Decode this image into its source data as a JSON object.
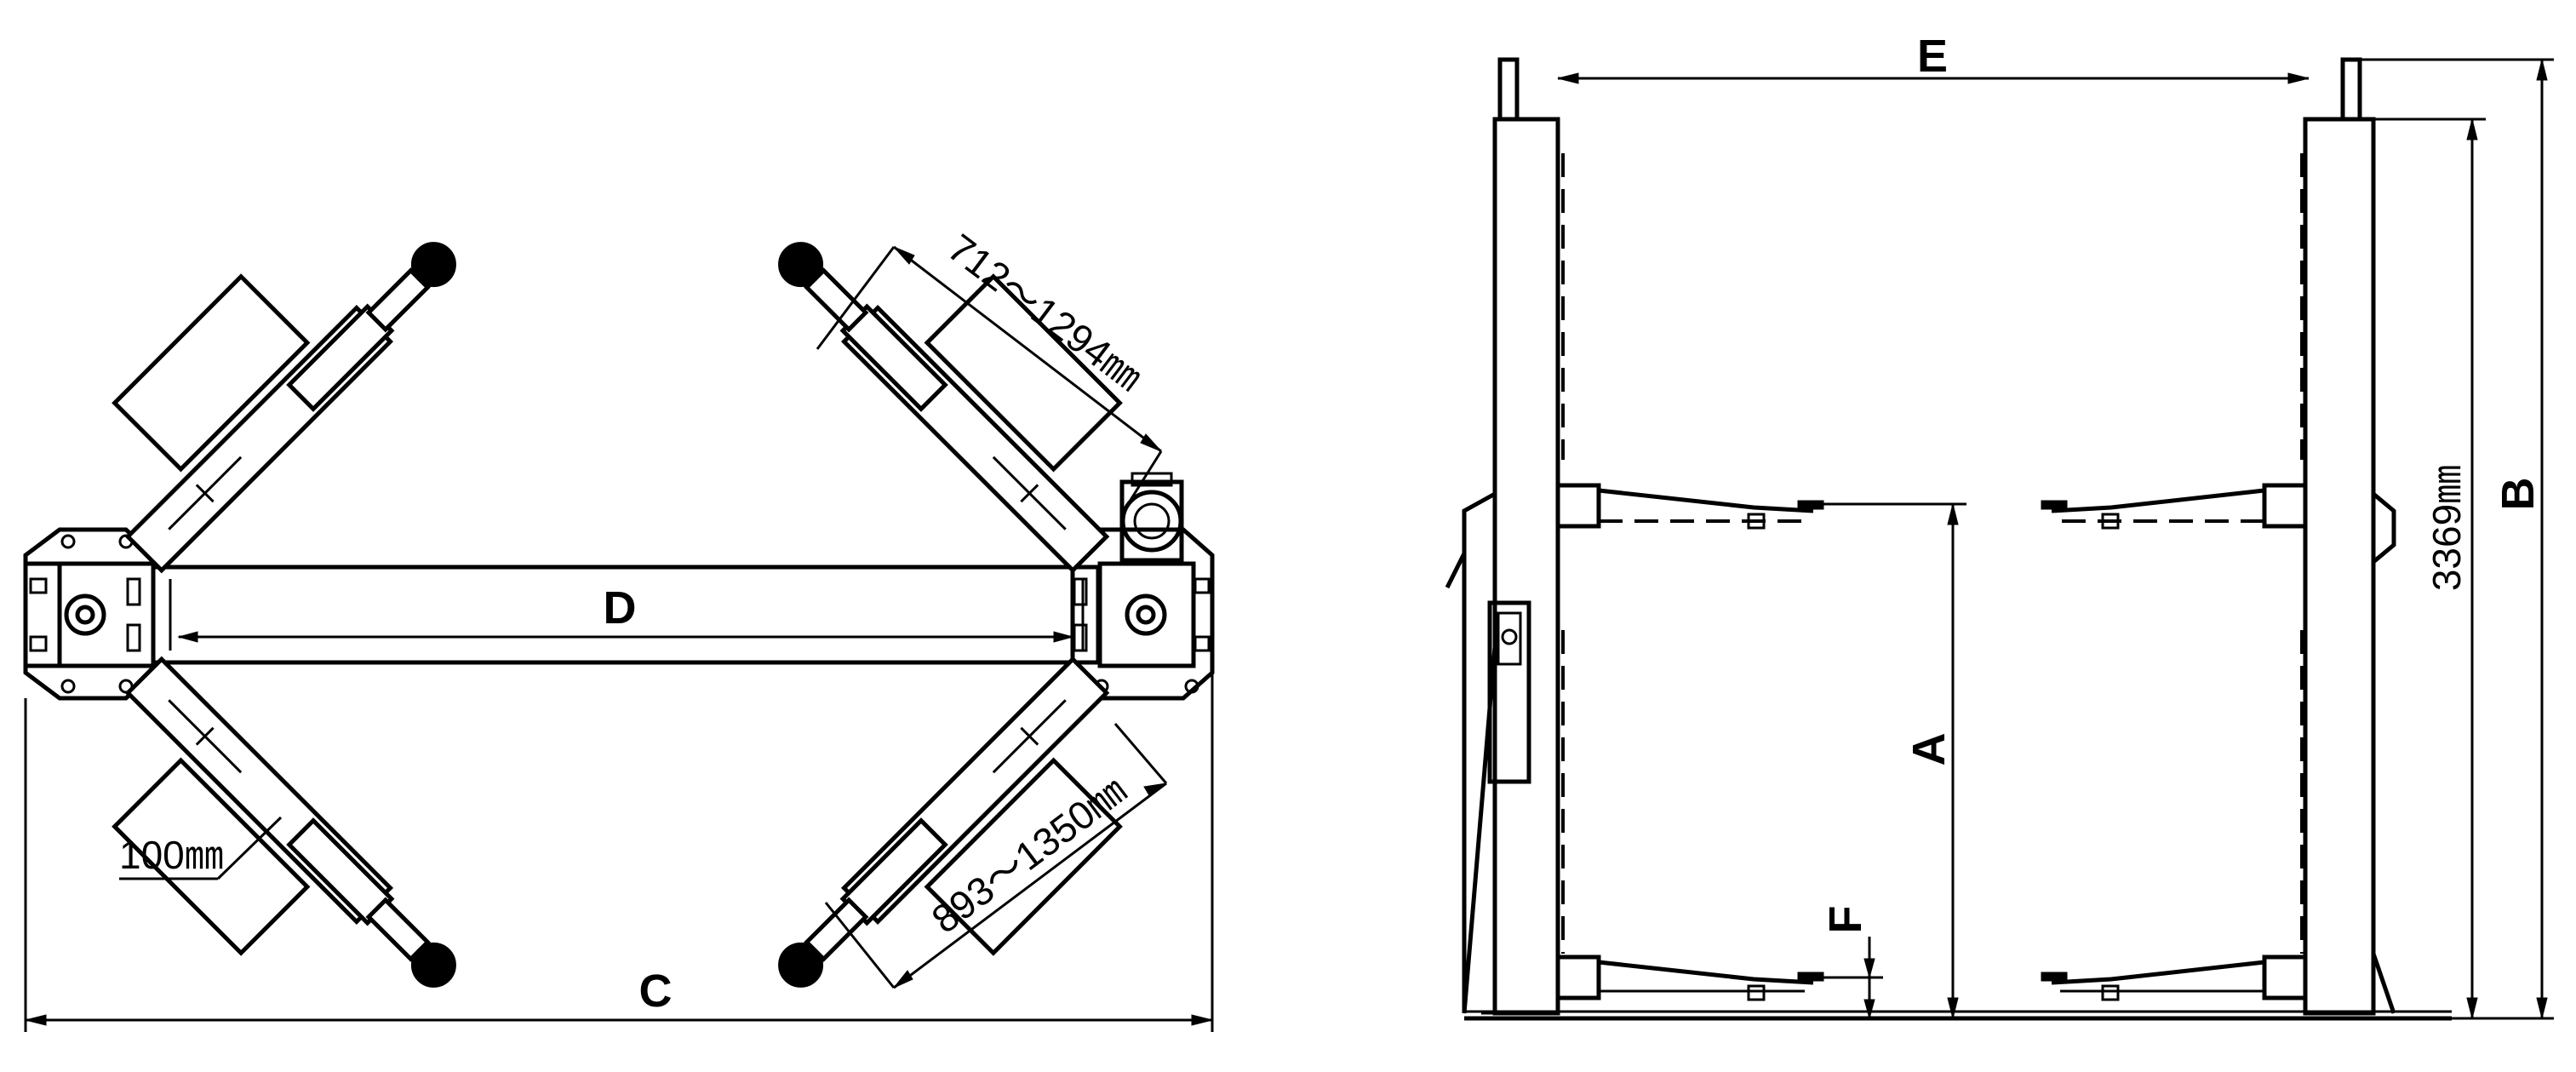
{
  "top_view": {
    "label_d": "D",
    "label_c": "C",
    "dim_arm_front": "712～1294㎜",
    "dim_arm_rear": "893～1350㎜",
    "dim_pad": "100㎜"
  },
  "side_view": {
    "label_e": "E",
    "label_a": "A",
    "label_b": "B",
    "label_f": "F",
    "dim_height": "3369㎜"
  }
}
